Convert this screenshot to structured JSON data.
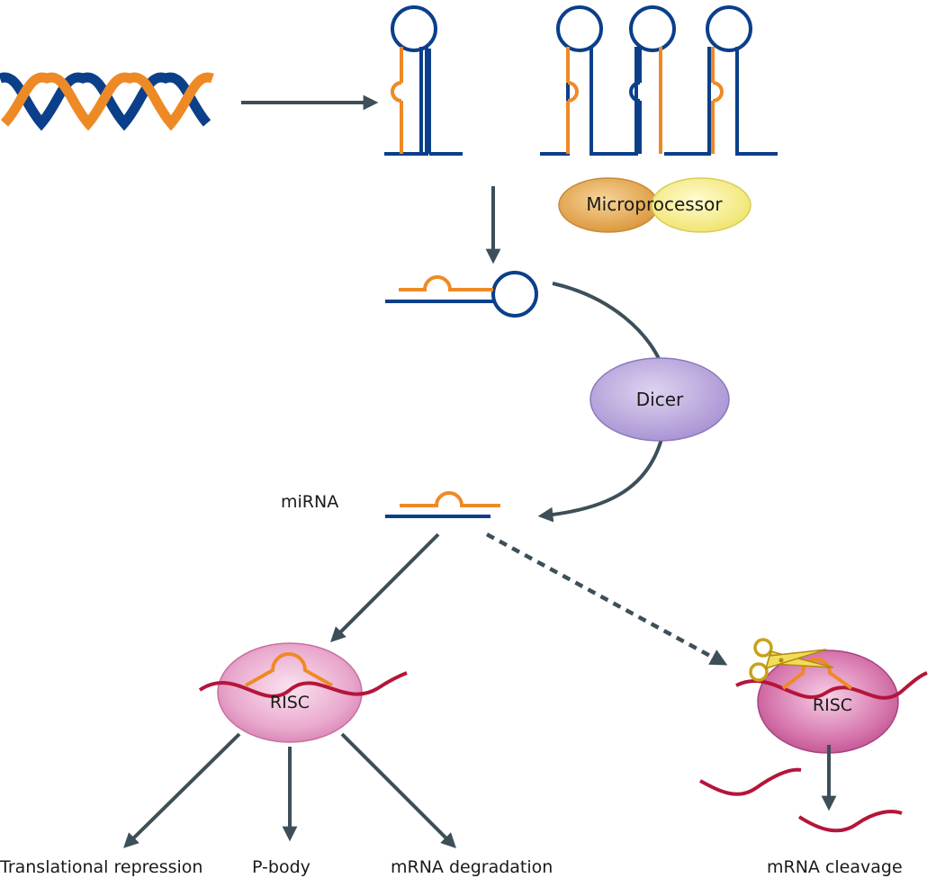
{
  "labels": {
    "microprocessor": "Microprocessor",
    "dicer": "Dicer",
    "mirna": "miRNA",
    "risc_left": "RISC",
    "risc_right": "RISC"
  },
  "outcomes": {
    "translational_repression": "Translational  repression",
    "p_body": "P-body",
    "mrna_degradation": "mRNA degradation",
    "mrna_cleavage": "mRNA cleavage"
  },
  "colors": {
    "blue_strand": "#0b3f8a",
    "orange_strand": "#ee8a26",
    "arrow": "#3d4f58",
    "mrna": "#b5153a",
    "dicer": "#b9a6dd",
    "risc": "#e39ac4",
    "microprocessor_left": "#e6ad5a",
    "microprocessor_right": "#f5ee8a"
  }
}
